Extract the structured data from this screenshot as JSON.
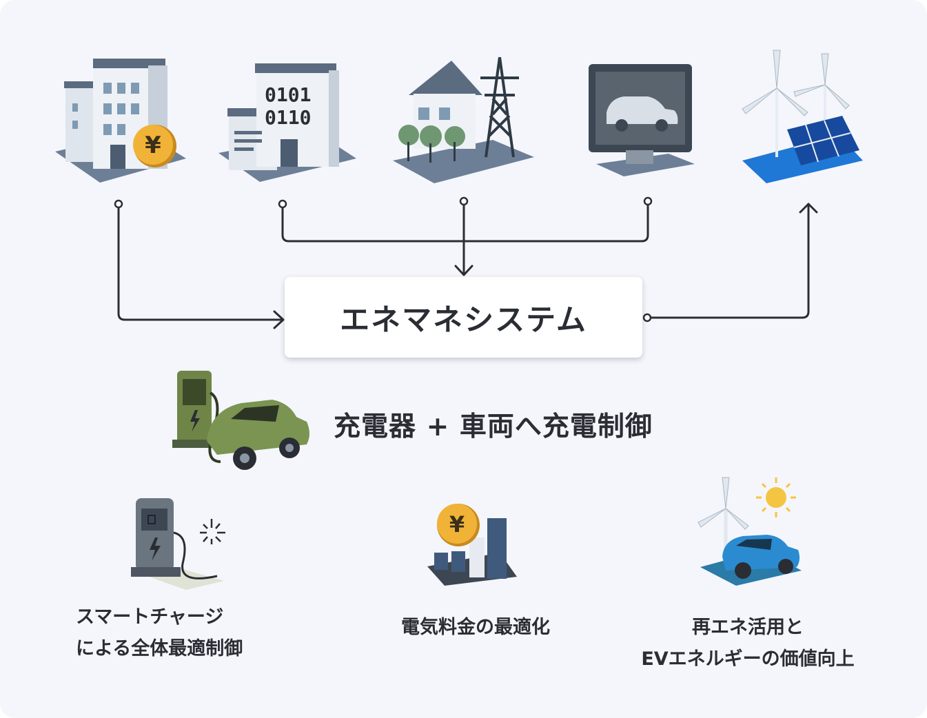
{
  "diagram": {
    "system_label": "エネマネシステム",
    "ev_title": "充電器 + 車両へ充電制御",
    "top_icons": [
      "office-building-yen-icon",
      "data-center-building-icon",
      "house-power-tower-icon",
      "monitor-car-icon",
      "wind-solar-icon"
    ],
    "ev_icon": "charger-car-icon",
    "benefits": [
      {
        "icon": "smart-charger-icon",
        "line1": "スマートチャージ",
        "line2": "による全体最適制御"
      },
      {
        "icon": "yen-bar-chart-icon",
        "line1": "電気料金の最適化",
        "line2": ""
      },
      {
        "icon": "renewable-car-icon",
        "line1": "再エネ活用と",
        "line2": "EVエネルギーの価値向上"
      }
    ]
  },
  "colors": {
    "background": "#f4f6fb",
    "arrow": "#2a2d33",
    "building": "#6d7f96",
    "ev_green": "#7b9452",
    "solar_blue": "#1f78d6",
    "yen_gold": "#f1b337"
  }
}
